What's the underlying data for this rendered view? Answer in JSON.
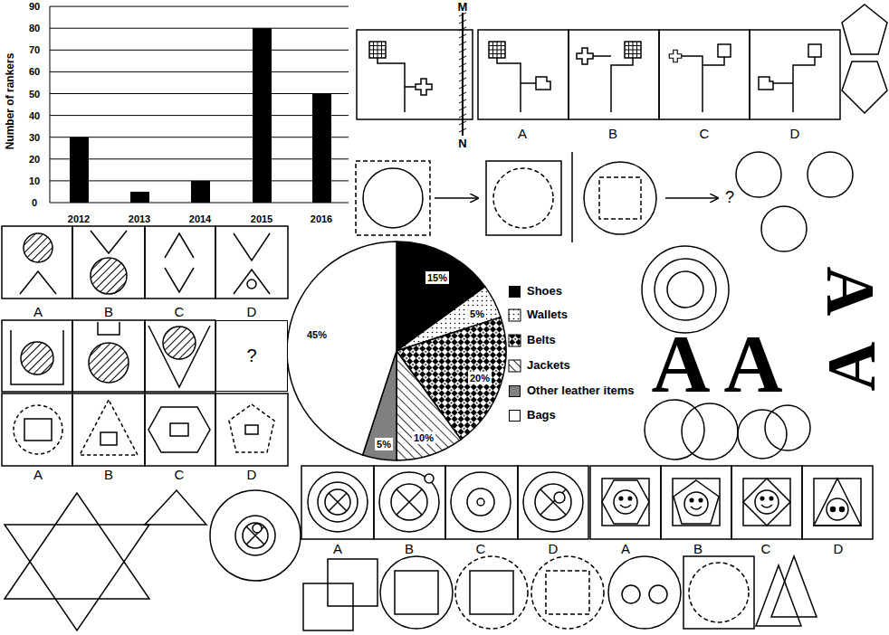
{
  "diagram": {
    "nodes": [
      {
        "text": [
          "?"
        ]
      }
    ],
    "labels": [
      "Number of rankers",
      "0",
      "10",
      "20",
      "30",
      "40",
      "50",
      "60",
      "70",
      "80",
      "90",
      "2012",
      "2013",
      "2014",
      "2015",
      "2016",
      "M",
      "N",
      "A",
      "B",
      "C",
      "D",
      "?",
      "A",
      "B",
      "C",
      "D",
      "A",
      "B",
      "C",
      "D",
      "15%",
      "5%",
      "20%",
      "10%",
      "5%",
      "45%",
      "A",
      "A",
      "A",
      "A",
      "A",
      "B",
      "C",
      "D",
      "A",
      "B",
      "C",
      "D"
    ],
    "legend": [
      {
        "text": "Shoes",
        "color": "#000000"
      },
      {
        "text": "Wallets"
      },
      {
        "text": "Belts"
      },
      {
        "text": "Jackets"
      },
      {
        "text": "Other leather items",
        "color": "#808080"
      },
      {
        "text": "Bags",
        "color": "#ffffff"
      }
    ]
  }
}
